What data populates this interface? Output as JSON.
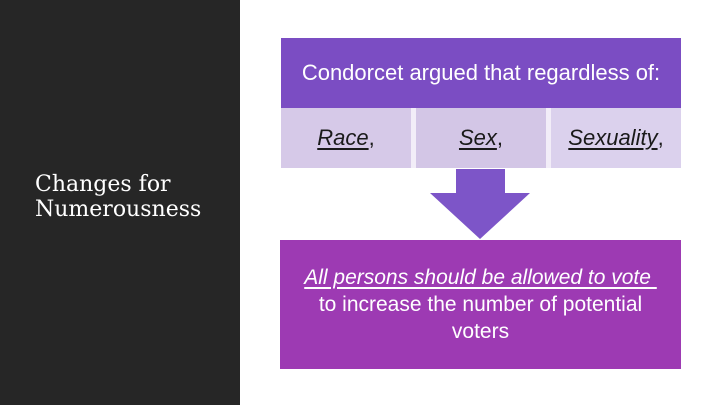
{
  "slide": {
    "sidebar": {
      "background": "#262626",
      "title": "Changes for Numerousness",
      "title_color": "#ffffff"
    },
    "main": {
      "background": "#ffffff",
      "header_box": {
        "text": "Condorcet argued that regardless of:",
        "background": "#7b4dc3",
        "text_color": "#ffffff"
      },
      "category_row": {
        "gap_color": "#f2edf8",
        "text_color": "#1a1a1a",
        "cells": [
          {
            "word": "Race",
            "suffix": ",",
            "background": "#d6c9e8"
          },
          {
            "word": "Sex",
            "suffix": ",",
            "background": "#d3c6e6"
          },
          {
            "word": "Sexuality",
            "suffix": ",",
            "background": "#dbd1ed"
          }
        ]
      },
      "arrow": {
        "direction": "down",
        "color": "#7d55c8"
      },
      "conclusion_box": {
        "background": "#9d3ab3",
        "text_color": "#ffffff",
        "emphasis_line": "All persons should be allowed to vote ",
        "body_text": "to increase the number of potential voters"
      }
    }
  }
}
